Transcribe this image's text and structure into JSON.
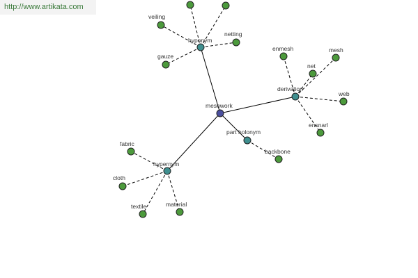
{
  "watermark": {
    "text": "http://www.artikata.com"
  },
  "graph": {
    "root": "meshwork",
    "relations": [
      "hyponym",
      "derivation",
      "part holonym",
      "hypernym"
    ],
    "leaves": {
      "hyponym": [
        "",
        "",
        "veiling",
        "netting",
        "gauze"
      ],
      "derivation": [
        "enmesh",
        "mesh",
        "net",
        "web",
        "ensnarl"
      ],
      "part_holonym": [
        "backbone"
      ],
      "hypernym": [
        "fabric",
        "cloth",
        "textile",
        "material"
      ]
    }
  }
}
